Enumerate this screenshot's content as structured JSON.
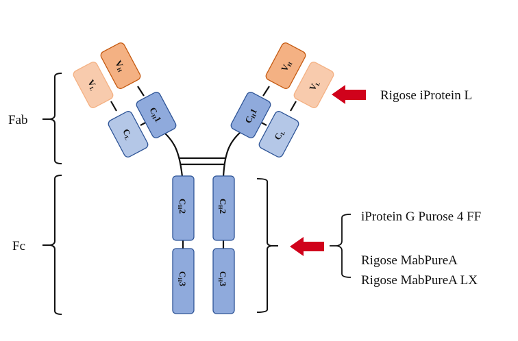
{
  "diagram": {
    "title": "Antibody structure and affinity resins",
    "regions": {
      "fab": "Fab",
      "fc": "Fc"
    },
    "domains": {
      "vh": {
        "main": "V",
        "sub": "H"
      },
      "vl": {
        "main": "V",
        "sub": "L"
      },
      "ch1": {
        "main": "C",
        "sub": "H",
        "suffix": "1"
      },
      "cl": {
        "main": "C",
        "sub": "L"
      },
      "ch2": {
        "main": "C",
        "sub": "H",
        "suffix": "2"
      },
      "ch3": {
        "main": "C",
        "sub": "H",
        "suffix": "3"
      }
    },
    "annotations": {
      "light_chain_target": "Rigose iProtein L",
      "fc_targets": [
        "iProtein G Purose 4 FF",
        "Rigose MabPureA",
        "Rigose MabPureA LX"
      ]
    },
    "colors": {
      "vh_fill": "#F4B183",
      "vh_stroke": "#C55A11",
      "vl_fill": "#F8CBAD",
      "vl_stroke": "#F4B183",
      "ch_fill": "#8FAADC",
      "ch_stroke": "#2F5597",
      "cl_fill": "#B4C7E7",
      "cl_stroke": "#2F5597",
      "arrow": "#D0021B",
      "line": "#111111"
    }
  }
}
